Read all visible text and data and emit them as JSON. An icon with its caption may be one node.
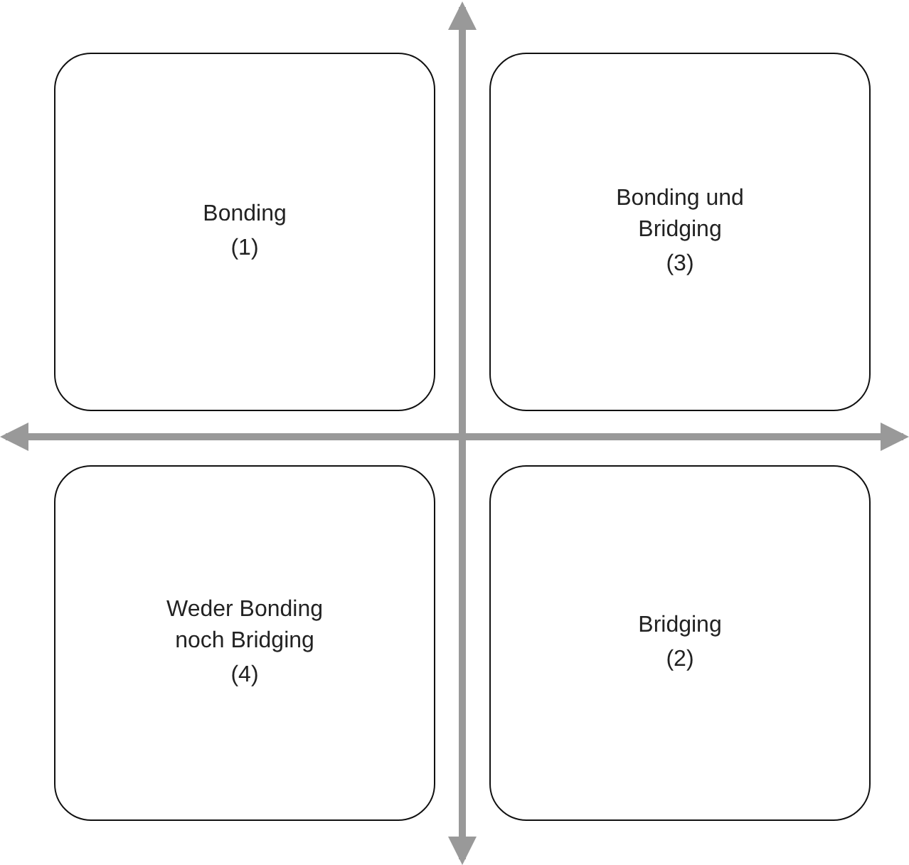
{
  "diagram": {
    "nodes": [
      {
        "text": [
          "Bonding",
          "(1)"
        ]
      },
      {
        "text": [
          "Bonding und Bridging",
          "(3)"
        ]
      },
      {
        "text": [
          "Weder Bonding noch Bridging",
          "(4)"
        ]
      },
      {
        "text": [
          "Bridging",
          "(2)"
        ]
      }
    ],
    "edges": []
  }
}
